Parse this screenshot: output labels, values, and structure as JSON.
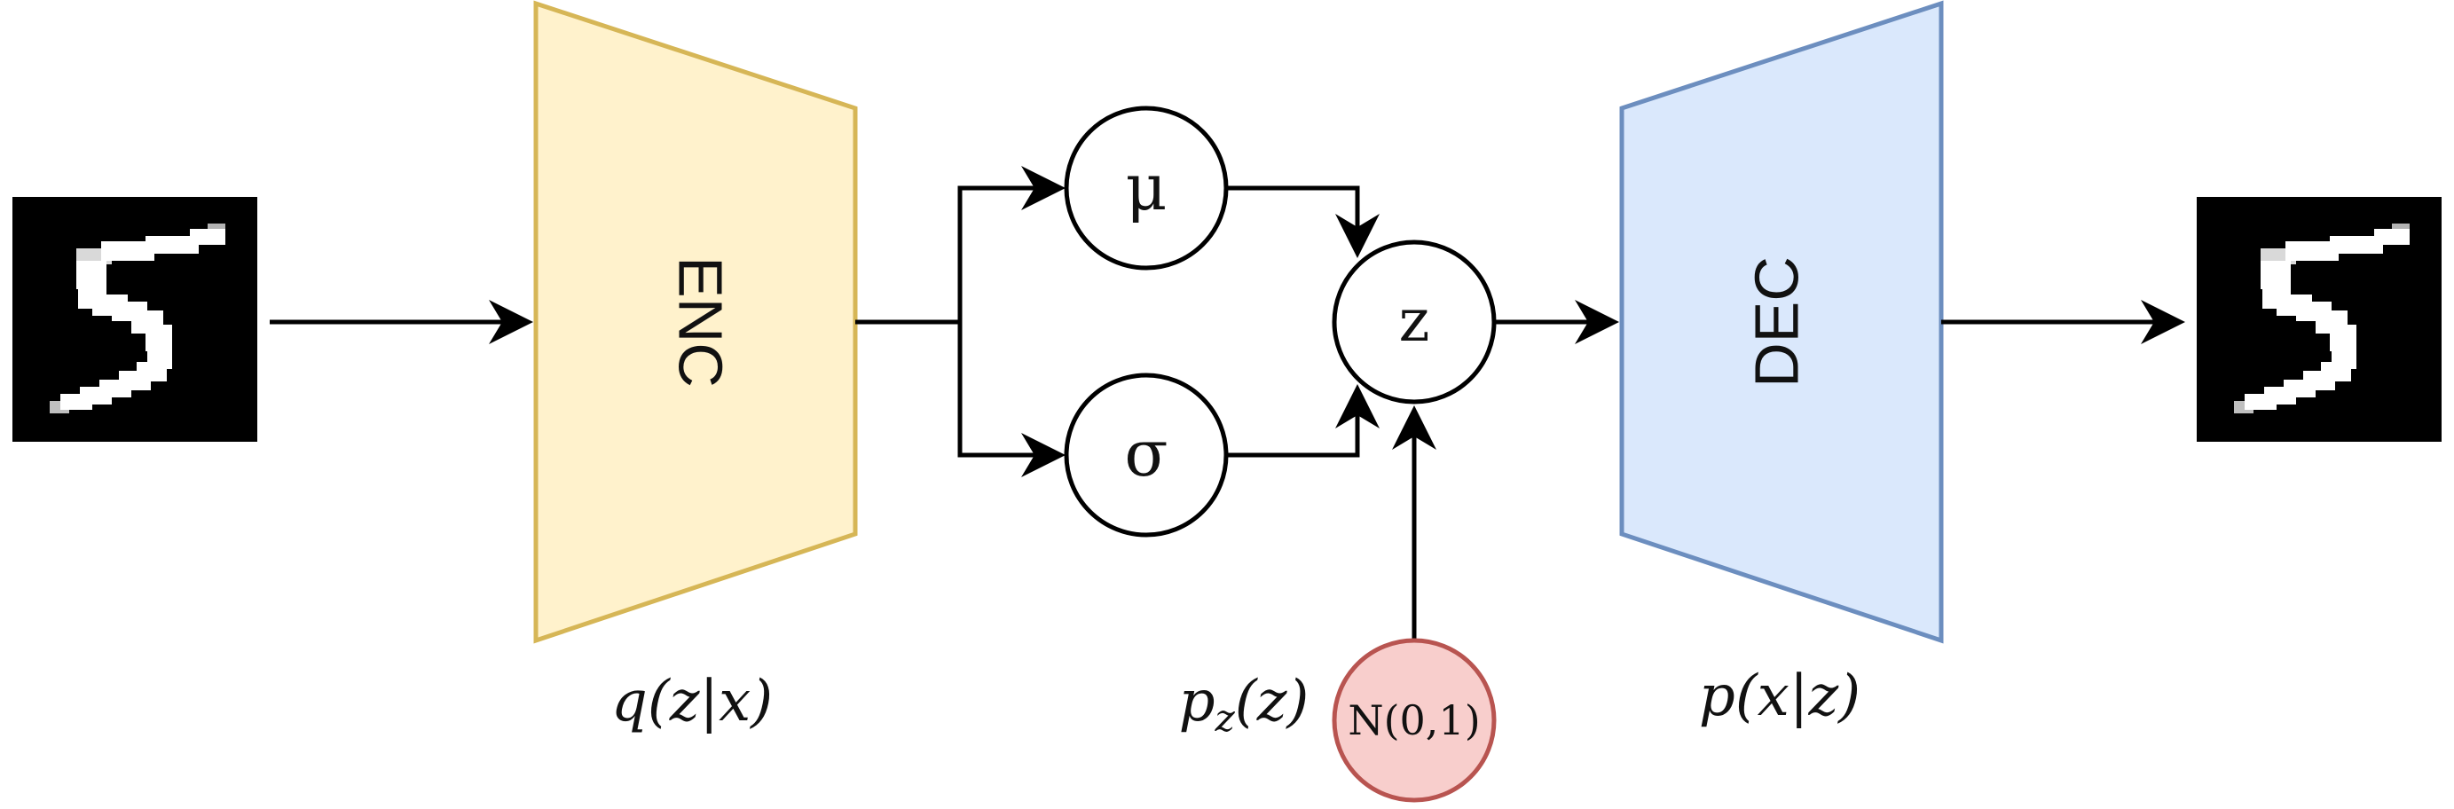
{
  "blocks": {
    "encoder": {
      "label": "ENC",
      "fill": "#fff2cc",
      "stroke": "#d6b656"
    },
    "decoder": {
      "label": "DEC",
      "fill": "#dae8fc",
      "stroke": "#6c8ebf"
    }
  },
  "nodes": {
    "mu": {
      "label": "μ"
    },
    "sigma": {
      "label": "σ"
    },
    "z": {
      "label": "z"
    },
    "prior": {
      "label": "N(0,1)",
      "fill": "#f8cecc",
      "stroke": "#b85450"
    }
  },
  "labels": {
    "encoder_dist": {
      "main": "q",
      "args": "(z|x)"
    },
    "prior_dist": {
      "main": "p",
      "sub": "z",
      "args": "(z)"
    },
    "decoder_dist": {
      "main": "p",
      "args": "(x|z)"
    }
  },
  "images": {
    "input": {
      "description": "handwritten digit",
      "icon": "digit-five-image"
    },
    "output": {
      "description": "reconstructed digit",
      "icon": "digit-five-image"
    }
  }
}
